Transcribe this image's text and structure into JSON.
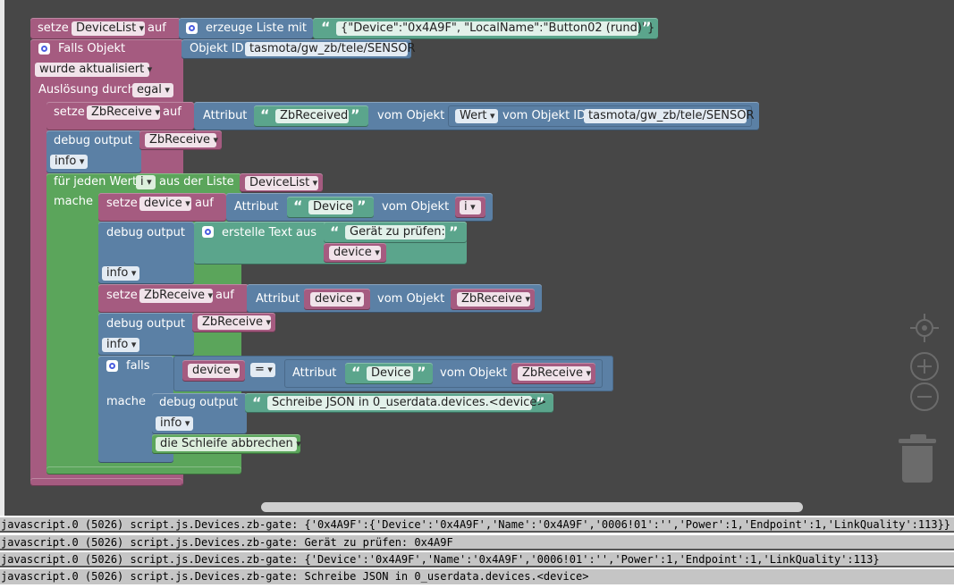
{
  "blocks": {
    "setze": "setze",
    "auf": "auf",
    "var_devicelist": "DeviceList",
    "erzeuge_liste": "erzeuge Liste mit",
    "list_text": "{\"Device\":\"0x4A9F\", \"LocalName\":\"Button02 (rund)\"}",
    "falls_objekt": "Falls Objekt",
    "objekt_id": "Objekt ID",
    "sensor_id": "tasmota/gw_zb/tele/SENSOR",
    "wurde_aktualisiert": "wurde aktualisiert",
    "ausloesung": "Auslösung durch",
    "egal": "egal",
    "var_zbreceive": "ZbReceive",
    "attribut": "Attribut",
    "zbreceived": "ZbReceived",
    "vom_objekt": "vom Objekt",
    "wert": "Wert",
    "vom_objekt_id": "vom Objekt ID",
    "debug_output": "debug output",
    "info": "info",
    "fuer_jeden": "für jeden Wert",
    "var_i": "i",
    "aus_der_liste": "aus der Liste",
    "mache": "mache",
    "var_device": "device",
    "device_text": "Device",
    "erstelle_text": "erstelle Text aus",
    "geraet_pruefen": "Gerät zu prüfen:",
    "falls": "falls",
    "eq": "=",
    "schreibe_json": "Schreibe JSON in 0_userdata.devices.<device>",
    "schleife_abbrechen": "die Schleife abbrechen"
  },
  "icons": {
    "gear": "gear-icon",
    "center": "crosshair-icon",
    "zoom_in": "zoom-in-icon",
    "zoom_out": "zoom-out-icon",
    "trash": "trash-icon"
  },
  "log": [
    "javascript.0 (5026) script.js.Devices.zb-gate: {'0x4A9F':{'Device':'0x4A9F','Name':'0x4A9F','0006!01':'','Power':1,'Endpoint':1,'LinkQuality':113}}",
    "javascript.0 (5026) script.js.Devices.zb-gate: Gerät zu prüfen: 0x4A9F",
    "javascript.0 (5026) script.js.Devices.zb-gate: {'Device':'0x4A9F','Name':'0x4A9F','0006!01':'','Power':1,'Endpoint':1,'LinkQuality':113}",
    "javascript.0 (5026) script.js.Devices.zb-gate: Schreibe JSON in 0_userdata.devices.<device>"
  ],
  "colors": {
    "variables": "#a55b80",
    "objects": "#5b80a5",
    "loops": "#5ba55b",
    "text": "#5ba58c",
    "workspace": "#474747"
  }
}
